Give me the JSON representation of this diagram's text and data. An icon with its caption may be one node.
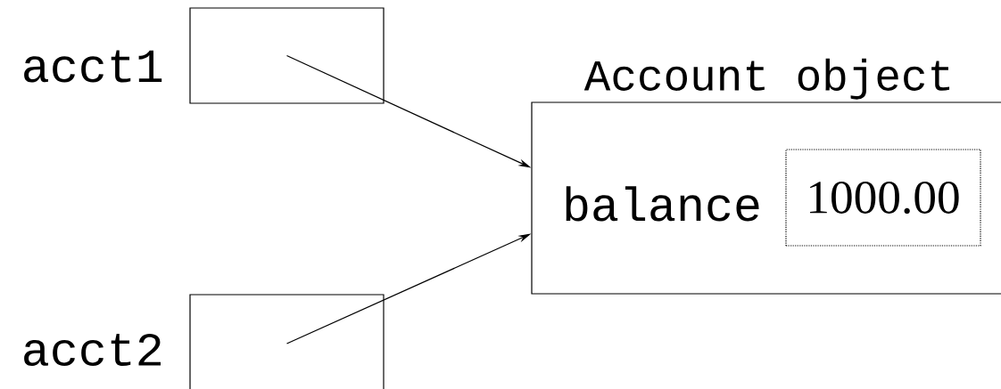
{
  "diagram": {
    "nodes": [
      {
        "text": [
          "acct1"
        ]
      },
      {
        "text": [
          "acct2"
        ]
      },
      {
        "text": [
          "Account object",
          "balance"
        ]
      },
      {
        "text": [
          "1000.00"
        ],
        "in": 2
      }
    ],
    "edges": [
      {
        "from": 0,
        "to": 2,
        "arrow": "to"
      },
      {
        "from": 1,
        "to": 2,
        "arrow": "to"
      }
    ]
  }
}
